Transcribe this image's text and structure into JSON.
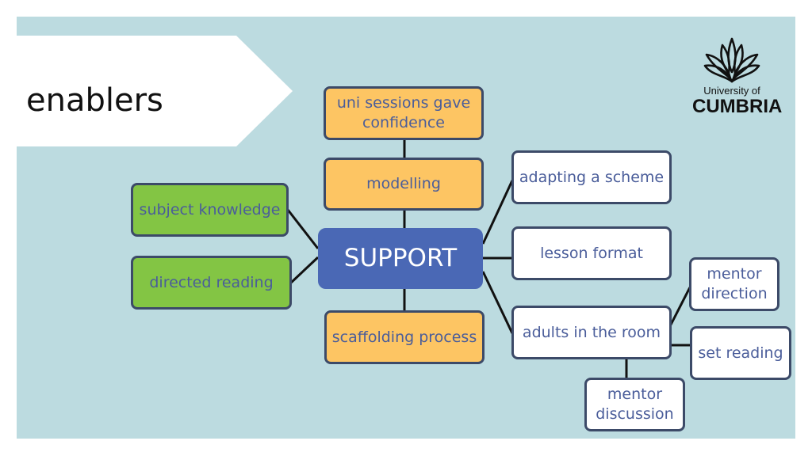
{
  "slide": {
    "title": "enablers",
    "colors": {
      "background": "#bcdbe0",
      "center": "#4a68b5",
      "orange": "#fdc563",
      "green": "#83c544",
      "white": "#ffffff",
      "border": "#3c4a68",
      "text": "#4a5d9a"
    }
  },
  "logo": {
    "line1": "University of",
    "line2": "CUMBRIA",
    "icon": "flower-leaves-logo-icon"
  },
  "diagram": {
    "center": "SUPPORT",
    "uni_sessions": "uni sessions gave confidence",
    "modelling": "modelling",
    "scaffolding": "scaffolding process",
    "subject_knowledge": "subject knowledge",
    "directed_reading": "directed reading",
    "adapting_scheme": "adapting a scheme",
    "lesson_format": "lesson format",
    "adults_room": "adults in the room",
    "mentor_direction": "mentor direction",
    "set_reading": "set reading",
    "mentor_discussion": "mentor discussion"
  }
}
